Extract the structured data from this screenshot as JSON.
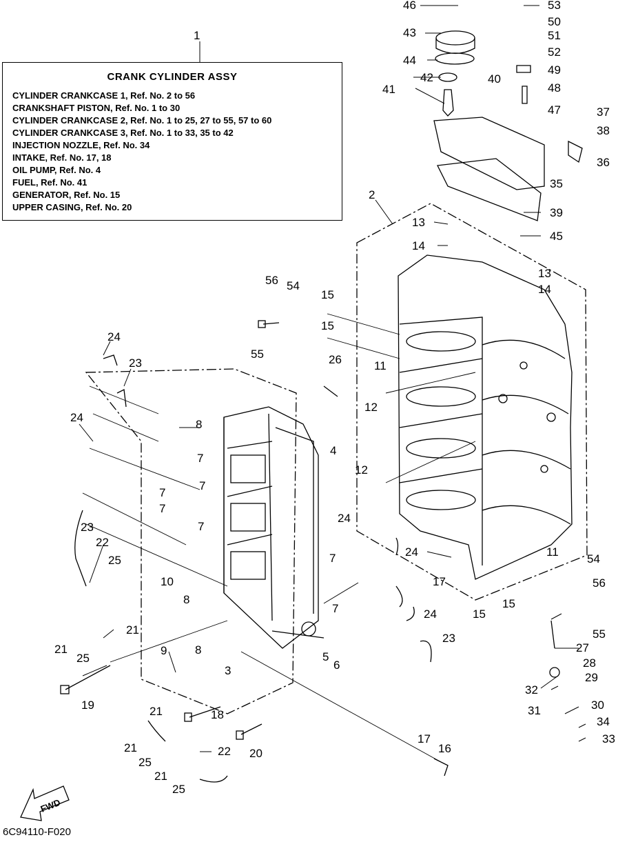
{
  "title_box": {
    "number": "1",
    "title": "CRANK CYLINDER ASSY",
    "lines": [
      "CYLINDER CRANKCASE 1, Ref. No. 2 to 56",
      "CRANKSHAFT PISTON, Ref. No. 1 to 30",
      "CYLINDER CRANKCASE 2, Ref. No. 1 to 25, 27 to 55, 57 to 60",
      "CYLINDER CRANKCASE 3, Ref. No. 1 to 33, 35 to 42",
      "INJECTION NOZZLE, Ref. No. 34",
      "INTAKE, Ref. No. 17, 18",
      "OIL PUMP, Ref. No. 4",
      "FUEL, Ref. No. 41",
      "GENERATOR, Ref. No. 15",
      "UPPER CASING, Ref. No. 20"
    ]
  },
  "callouts": [
    "46",
    "53",
    "50",
    "43",
    "51",
    "52",
    "44",
    "49",
    "42",
    "41",
    "40",
    "48",
    "47",
    "37",
    "38",
    "36",
    "35",
    "39",
    "45",
    "2",
    "13",
    "14",
    "13",
    "14",
    "15",
    "15",
    "56",
    "54",
    "55",
    "24",
    "23",
    "26",
    "11",
    "12",
    "8",
    "24",
    "7",
    "7",
    "7",
    "7",
    "7",
    "4",
    "12",
    "23",
    "22",
    "25",
    "10",
    "8",
    "24",
    "7",
    "24",
    "7",
    "24",
    "17",
    "15",
    "15",
    "11",
    "54",
    "56",
    "55",
    "21",
    "21",
    "25",
    "8",
    "9",
    "3",
    "5",
    "6",
    "23",
    "27",
    "28",
    "29",
    "19",
    "32",
    "30",
    "31",
    "34",
    "33",
    "21",
    "18",
    "20",
    "22",
    "21",
    "25",
    "17",
    "16",
    "21",
    "25"
  ],
  "fwd_label": "FWD",
  "diagram_code": "6C94110-F020"
}
